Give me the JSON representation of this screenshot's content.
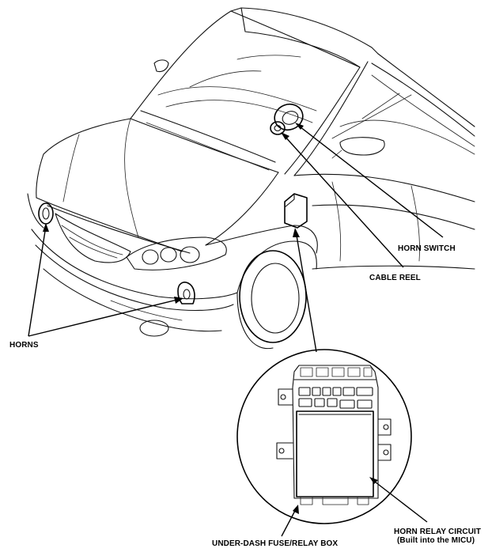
{
  "labels": {
    "horn_switch": "HORN SWITCH",
    "cable_reel": "CABLE REEL",
    "horns": "HORNS",
    "horn_relay_line1": "HORN RELAY CIRCUIT",
    "horn_relay_line2": "(Built into the MICU)",
    "under_dash": "UNDER-DASH FUSE/RELAY BOX"
  }
}
